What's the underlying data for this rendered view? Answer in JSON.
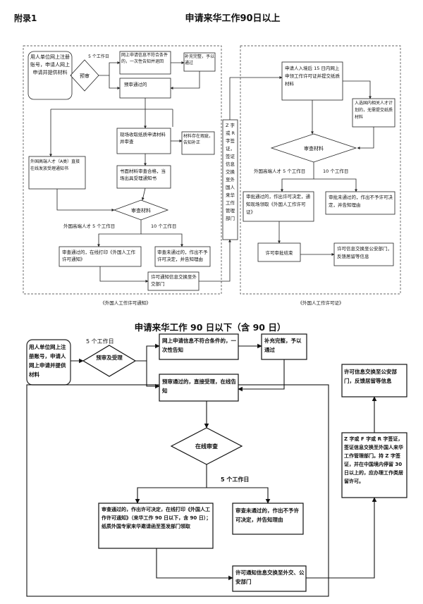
{
  "header": {
    "appendix": "附录1",
    "title_top": "申请来华工作90日以上",
    "title_bottom": "申请来华工作 90 日以下（含 90 日）"
  },
  "top_left": {
    "n_start": "用人单位网上注册账号，申请人网上申请并提供材料",
    "n_5days": "5 个工作日",
    "n_prereview": "预审",
    "n_reject": "网上申请信息不符合条件的，一次性告知并退回",
    "n_supplement": "补充完整，予以通过",
    "n_passed": "预审通过的",
    "n_collect": "现场收取纸质申请材料并审查",
    "n_issue": "材料存在瑕疵，告知补正",
    "n_talentA": "外国高端人才（A类）直接在线发放受理通知书",
    "n_accept": "书面材料审查合格，当场出具受理通知书",
    "n_review": "审查材料",
    "n_5days_b": "外国高端人才 5 个工作日",
    "n_10days": "10 个工作日",
    "n_pass_print": "审查通过的，在线打印《外国人工作许可通知》",
    "n_fail": "审查未通过的，作出不予许可决定，并告知理由",
    "n_exchange": "许可通知信息交换至外交部门",
    "caption": "《外国人工作许可通知》"
  },
  "connector": {
    "text": "Z 字或 R 字签证，签证信息交换至外国人来华工作管理部门"
  },
  "top_right": {
    "n_entry": "申请人入境后 15 日内网上申领工作许可证并提交纸质材料",
    "n_select": "入选国内相关人才计划的，无需提交纸质材料",
    "n_review": "审查材料",
    "n_5days": "外国高端人才 5 个工作日",
    "n_10days": "10 个工作日",
    "n_pass": "审批通过的，作出许可决定，通知现场领取《外国人工作许可证》",
    "n_fail": "审批未通过的，作出不予许可决定，并告知理由",
    "n_end": "许可审批结束",
    "n_exchange": "许可信息交换至公安部门，反馈居留等信息",
    "caption": "《外国人工作许可证》"
  },
  "bottom": {
    "n_start": "用人单位网上注册账号，申请人网上申请并提供材料",
    "n_5days": "5 个工作日",
    "n_prereview": "预审及受理",
    "n_reject": "网上申请信息不符合条件的，一次性告知",
    "n_supplement": "补充完整，予以通过",
    "n_passed": "预审通过的，直接受理，在线告知",
    "n_review": "在线审查",
    "n_5days_b": "5 个工作日",
    "n_pass": "审查通过的，作出许可决定，在线打印《外国人工作许可通知》（来华工作 90 日以下，含 90 日）；纸质外国专家来华邀请函至签发部门领取",
    "n_fail": "审查未通过的，作出不予许可决定，并告知理由",
    "n_exchange": "许可通知信息交换至外交、公安部门",
    "n_visa": "Z 字或 F 字或 R 字签证，签证信息交换至外国人来华工作管理部门。持 Z 字签证，并在中国境内停留 30 日以上的，应办理工作类居留许可。",
    "n_feedback": "许可信息交换至公安部门，反馈居留等信息"
  }
}
